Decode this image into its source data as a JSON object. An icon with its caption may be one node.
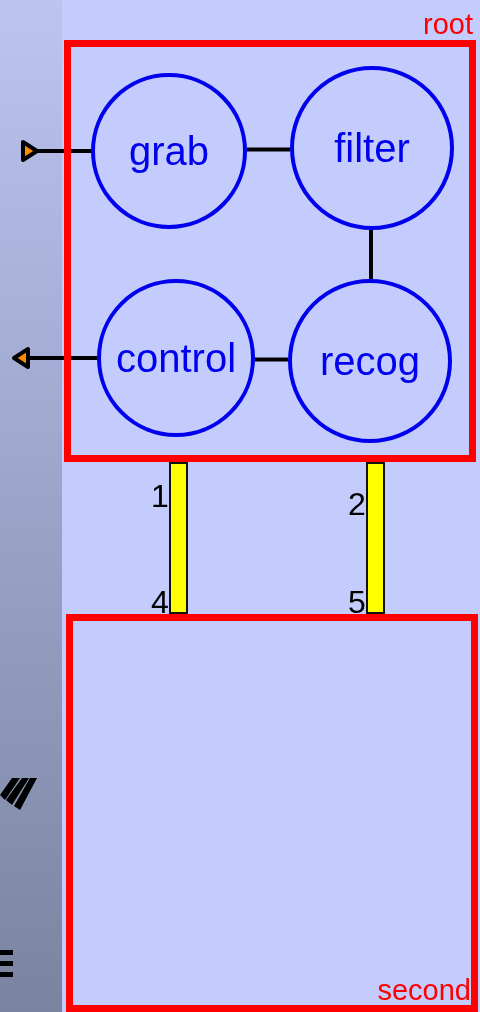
{
  "diagram": {
    "nodes": [
      {
        "text": [
          "root"
        ]
      },
      {
        "text": [
          "grab"
        ],
        "in": 0
      },
      {
        "text": [
          "filter"
        ],
        "in": 0
      },
      {
        "text": [
          "control"
        ],
        "in": 0
      },
      {
        "text": [
          "recog"
        ],
        "in": 0
      },
      {
        "text": [],
        "shape": "bar",
        "beside": [
          "1",
          "4"
        ]
      },
      {
        "text": [],
        "shape": "bar",
        "beside": [
          "2",
          "5"
        ]
      },
      {
        "text": [
          "second"
        ]
      }
    ],
    "edges": [
      {
        "from": 1,
        "to": 2,
        "arrow": "none"
      },
      {
        "from": 2,
        "to": 4,
        "arrow": "none"
      },
      {
        "from": 3,
        "to": 4,
        "arrow": "none"
      },
      {
        "from": 1,
        "to": null,
        "arrow": "to"
      },
      {
        "from": 3,
        "to": null,
        "arrow": "to"
      }
    ]
  }
}
